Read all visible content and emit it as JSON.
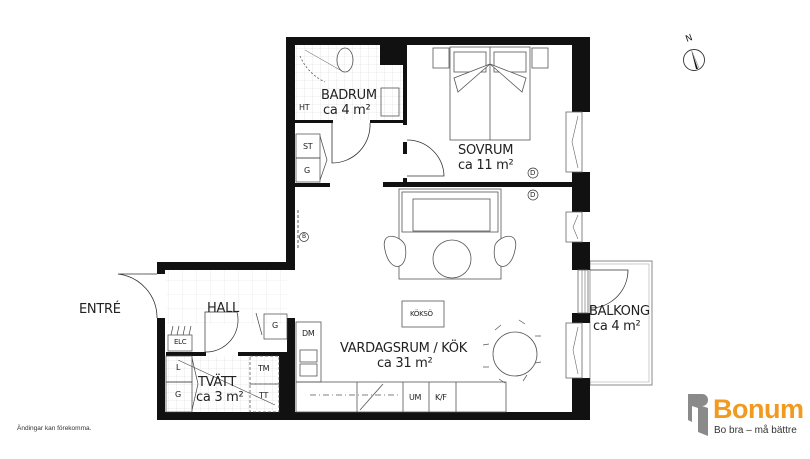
{
  "plan": {
    "rooms": [
      {
        "id": "badrum",
        "name": "BADRUM",
        "area": "ca  4  m²"
      },
      {
        "id": "sovrum",
        "name": "SOVRUM",
        "area": "ca  11 m²"
      },
      {
        "id": "vardagsrum",
        "name": "VARDAGSRUM / KÖK",
        "area": "ca  31 m²"
      },
      {
        "id": "hall",
        "name": "HALL",
        "area": ""
      },
      {
        "id": "tvatt",
        "name": "TVÄTT",
        "area": "ca  3 m²"
      },
      {
        "id": "balkong",
        "name": "BALKONG",
        "area": "ca  4  m²"
      }
    ],
    "entrance_label": "ENTRÉ",
    "fixtures": {
      "ht": "HT",
      "st": "ST",
      "g_closet_upper": "G",
      "g_hall": "G",
      "elc": "ELC",
      "l_tvatt": "L",
      "g_tvatt": "G",
      "tm": "TM",
      "tt": "TT",
      "dm": "DM",
      "um": "UM",
      "kf": "K/F",
      "kokso": "KÖKSÖ",
      "d_sovrum": "D",
      "d_vardagsrum": "D",
      "b_marker": "B"
    },
    "compass": {
      "north_label": "N"
    }
  },
  "footer": {
    "disclaimer": "Ändingar kan förekomma.",
    "brand": "Bonum",
    "tagline": "Bo bra – må bättre",
    "brand_color": "#f29a1f",
    "logo_gray": "#8a8a8a"
  }
}
